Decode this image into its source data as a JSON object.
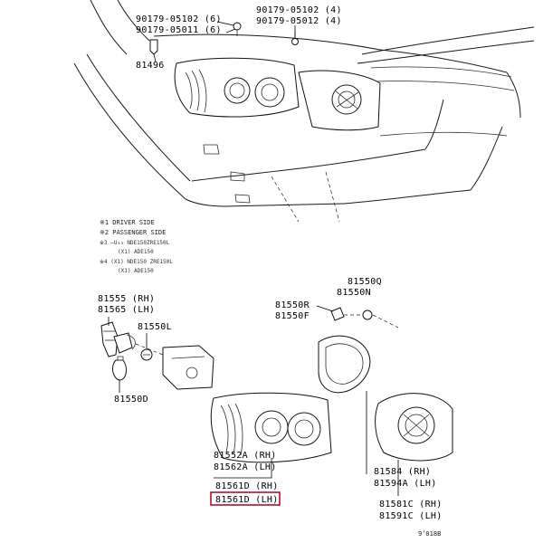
{
  "part_labels": {
    "fastener_a_1": "90179-05102 (6)",
    "fastener_a_2": "90179-05011 (6)",
    "fastener_b_1": "90179-05102 (4)",
    "fastener_b_2": "90179-05012 (4)",
    "clip": "81496",
    "socket_rh": "81555 (RH)",
    "socket_lh": "81565 (LH)",
    "bulb_l": "81550L",
    "bulb_d": "81550D",
    "bulb_q": "81550Q",
    "bulb_n": "81550N",
    "bulb_r": "81550R",
    "bulb_f": "81550F",
    "lens_rh": "81552A (RH)",
    "lens_lh": "81562A (LH)",
    "housing_rh": "81561D (RH)",
    "housing_lh": "81561D (LH)",
    "gasket_rh": "81584 (RH)",
    "gasket_lh": "81594A (LH)",
    "inner_lamp_rh": "81581C (RH)",
    "inner_lamp_lh": "81591C (LH)",
    "figure_code": "9’018B"
  },
  "legend": {
    "line1": "※1 DRIVER SIDE",
    "line2": "※2 PASSENGER SIDE",
    "line3": "※3 –U₃₃ NDE150ZRE150L",
    "line4": "(X1) ADE150",
    "line5": "※4 (X1) NDE150 ZRE150L",
    "line6": "(X1) ADE150"
  },
  "colors": {
    "highlight": "#b0122e",
    "linework": "#1a1a1a"
  }
}
